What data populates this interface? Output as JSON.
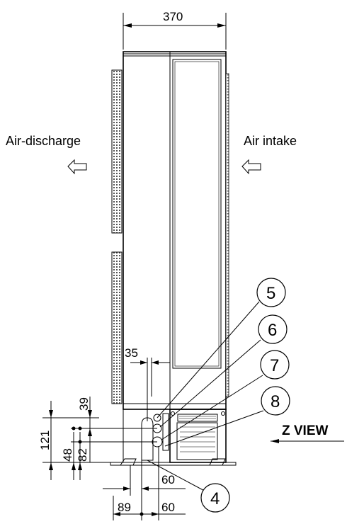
{
  "dimensions": {
    "top_width": "370",
    "d35": "35",
    "d39": "39",
    "d121": "121",
    "d48": "48",
    "d82": "82",
    "d60_upper": "60",
    "d89": "89",
    "d60_lower": "60"
  },
  "labels": {
    "air_discharge": "Air-discharge",
    "air_intake": "Air intake",
    "z_view": "Z VIEW"
  },
  "balloons": [
    "5",
    "6",
    "7",
    "8",
    "4"
  ],
  "colors": {
    "line": "#000000",
    "background": "#ffffff"
  }
}
